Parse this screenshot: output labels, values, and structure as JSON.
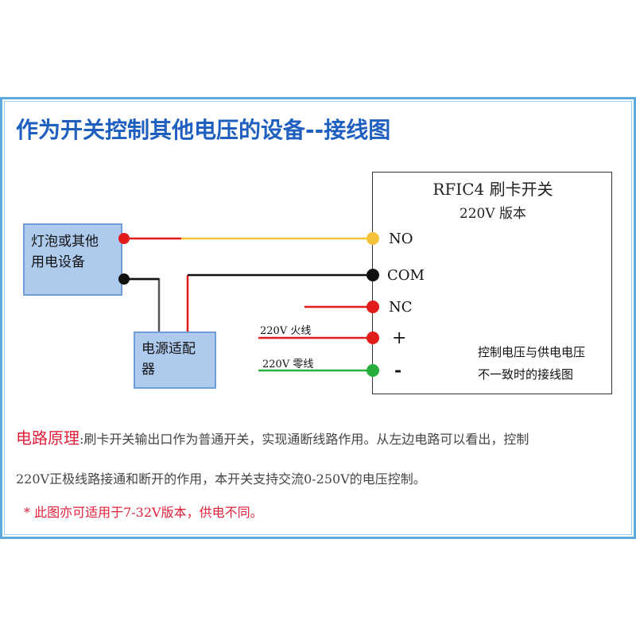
{
  "title": "作为开关控制其他电压的设备--接线图",
  "switch": {
    "name": "RFIC4 刷卡开关",
    "version": "220V 版本"
  },
  "devices": {
    "load": {
      "line1": "灯泡或其他",
      "line2": "用电设备"
    },
    "adapter": {
      "line1": "电源适配",
      "line2": "器"
    }
  },
  "terminals": [
    {
      "label": "NO",
      "color": "#f6c23a"
    },
    {
      "label": "COM",
      "color": "#111111"
    },
    {
      "label": "NC",
      "color": "#e21b1b"
    },
    {
      "label": "+",
      "color": "#e21b1b"
    },
    {
      "label": "-",
      "color": "#27ae3d"
    }
  ],
  "wires": {
    "live": "220V 火线",
    "neutral": "220V 零线"
  },
  "note": {
    "line1": "控制电压与供电电压",
    "line2": "不一致时的接线图"
  },
  "description": {
    "key": "电路原理",
    "line1": ":刷卡开关输出口作为普通开关，实现通断线路作用。从左边电路可以看出，控制",
    "line2": "220V正极线路接通和断开的作用，本开关支持交流0-250V的电压控制。"
  },
  "footnote": "* 此图亦可适用于7-32V版本，供电不同。",
  "colors": {
    "title": "#1f5fbf",
    "frame": "#5aa9df",
    "device_fill": "#aecbee",
    "red": "#e21b1b",
    "yellow": "#f6c23a",
    "green": "#27ae3d"
  }
}
